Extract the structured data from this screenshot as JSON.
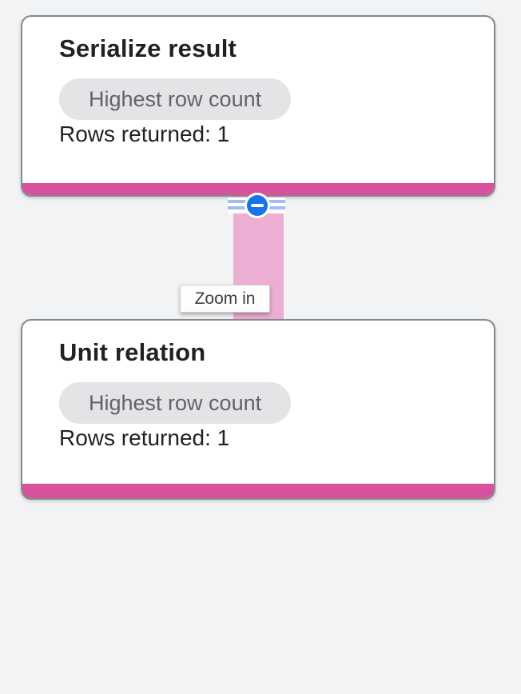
{
  "colors": {
    "bg": "#f1f3f4",
    "card_bg": "#ffffff",
    "card_border": "#85898e",
    "accent_pink": "#d9509c",
    "connector_pink": "#ecaed2",
    "stripe_blue": "#9fbdf4",
    "button_blue": "#1a73e8",
    "badge_bg": "#e4e4e7",
    "badge_text": "#5f6368",
    "text_primary": "#202124",
    "tooltip_bg": "#fdfdfd",
    "tooltip_border": "#cfcfcf",
    "tooltip_text": "#3c4043"
  },
  "nodes": [
    {
      "title": "Serialize result",
      "badge": "Highest row count",
      "rows": "Rows returned: 1"
    },
    {
      "title": "Unit relation",
      "badge": "Highest row count",
      "rows": "Rows returned: 1"
    }
  ],
  "edge": {
    "collapse_icon": "minus-circle",
    "tooltip": "Zoom in"
  }
}
